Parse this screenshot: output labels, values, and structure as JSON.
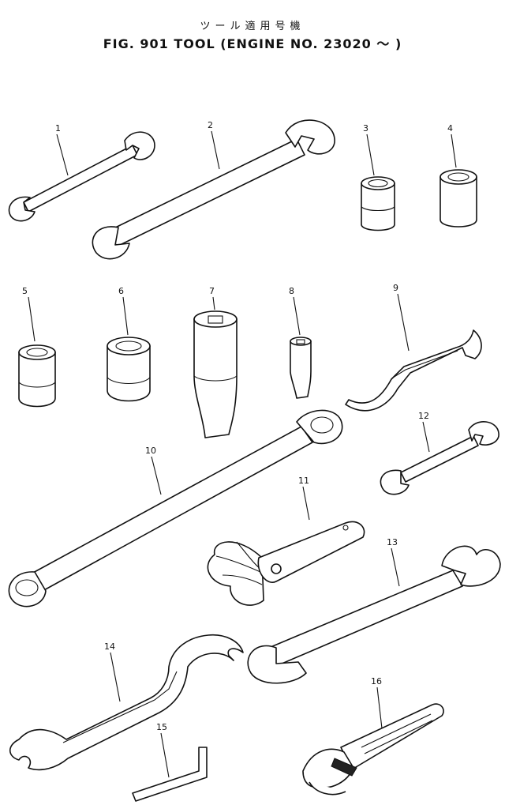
{
  "header": {
    "title_jp": "ツール適用号機",
    "title": "FIG. 901  TOOL (ENGINE NO. 23020 ～ )"
  },
  "callouts": [
    "1",
    "2",
    "3",
    "4",
    "5",
    "6",
    "7",
    "8",
    "9",
    "10",
    "11",
    "12",
    "13",
    "14",
    "15",
    "16"
  ]
}
